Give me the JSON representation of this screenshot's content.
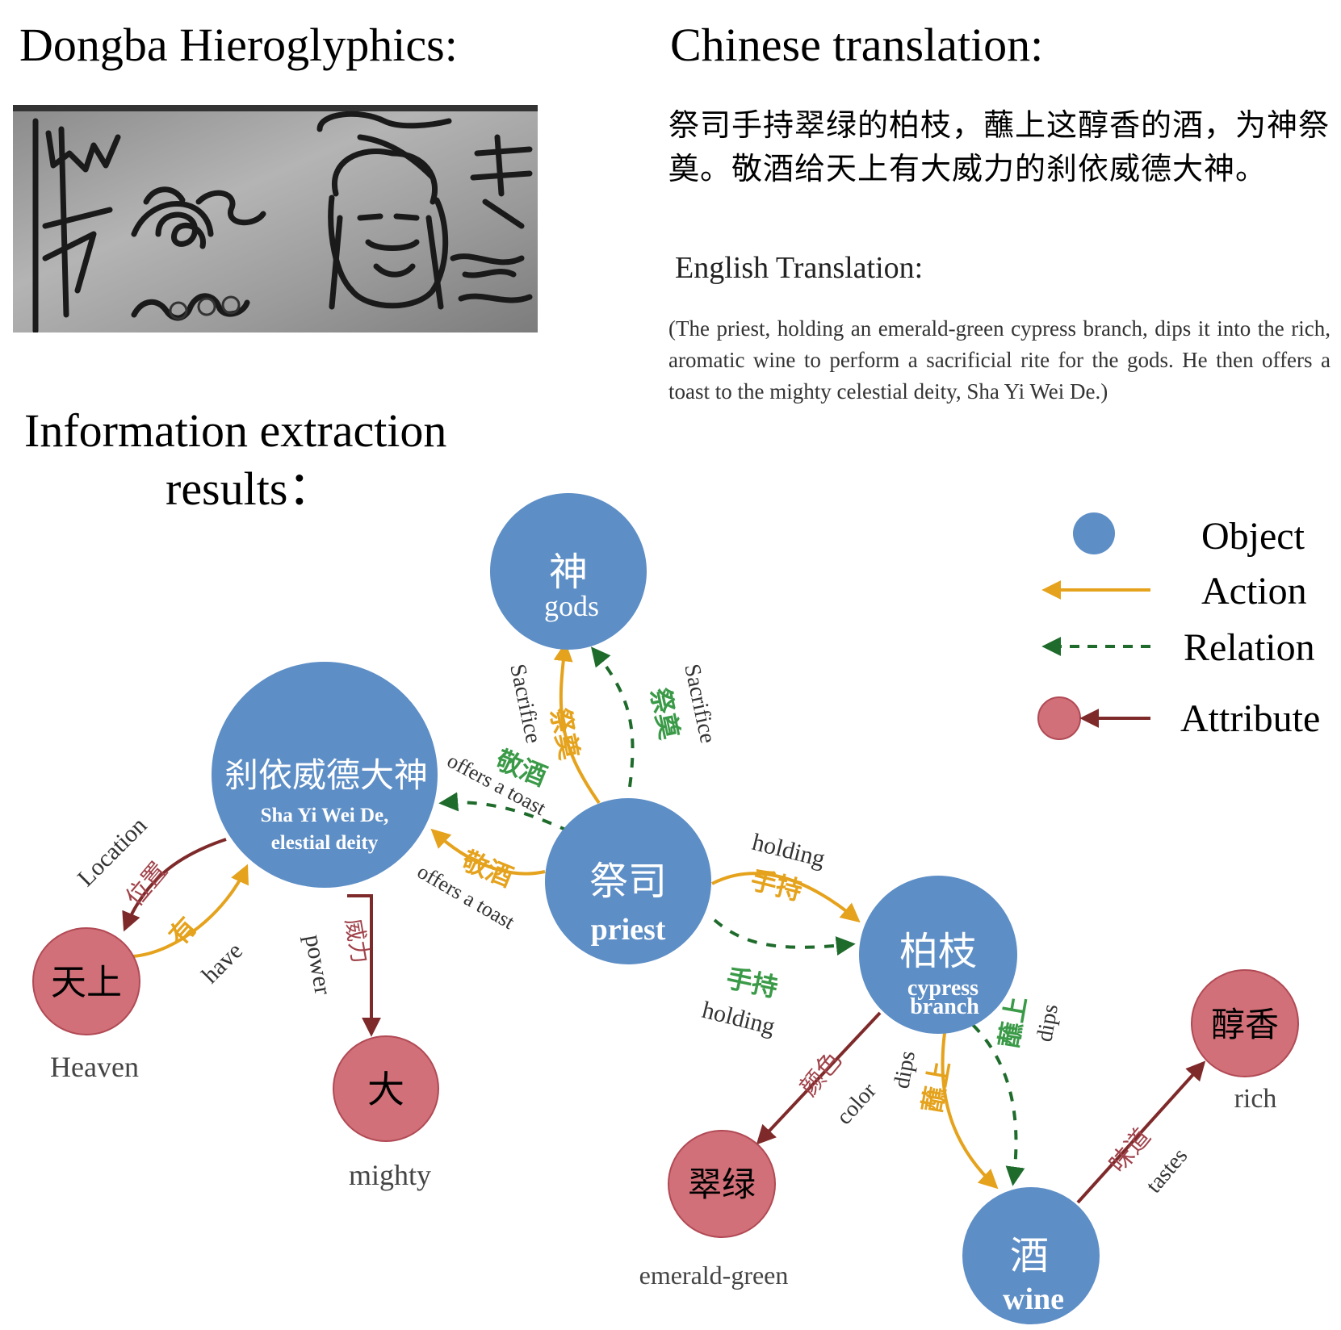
{
  "headings": {
    "dongba": "Dongba Hieroglyphics:",
    "chinese": "Chinese translation:",
    "info_line1": "Information extraction",
    "info_line2": "results："
  },
  "chinese_translation": "祭司手持翠绿的柏枝，蘸上这醇香的酒，为神祭奠。敬酒给天上有大威力的刹依威德大神。",
  "english_heading": "English Translation:",
  "english_translation": "(The priest, holding an emerald-green cypress branch, dips it into the rich, aromatic wine to perform a sacrificial rite for the gods. He then offers a toast to the mighty celestial deity, Sha Yi Wei De.)",
  "legend": {
    "object": "Object",
    "action": "Action",
    "relation": "Relation",
    "attribute": "Attribute"
  },
  "colors": {
    "object": "#5d8ec6",
    "attribute": "#d17078",
    "action": "#e5a21c",
    "relation": "#1e6b2b",
    "attribute_edge": "#7f2a2a",
    "action_label": "#e5a21c",
    "relation_label": "#3a9a47",
    "attribute_label": "#a0424a"
  },
  "nodes": {
    "gods": {
      "zh": "神",
      "en": "gods"
    },
    "deity": {
      "zh": "刹依威德大神",
      "en1": "Sha Yi Wei De,",
      "en2": "elestial deity"
    },
    "priest": {
      "zh": "祭司",
      "en": "priest"
    },
    "cypress": {
      "zh": "柏枝",
      "en1": "cypress",
      "en2": "branch"
    },
    "wine": {
      "zh": "酒",
      "en": "wine"
    },
    "heaven": {
      "zh": "天上",
      "en": "Heaven"
    },
    "mighty": {
      "zh": "大",
      "en": "mighty"
    },
    "emerald": {
      "zh": "翠绿",
      "en": "emerald-green"
    },
    "rich": {
      "zh": "醇香",
      "en": "rich"
    }
  },
  "edges": {
    "sacrifice_action": {
      "zh": "祭奠",
      "en": "Sacrifice"
    },
    "sacrifice_relation": {
      "zh": "祭奠",
      "en": "Sacrifice"
    },
    "toast_relation": {
      "zh": "敬酒",
      "en": "offers a toast"
    },
    "toast_action": {
      "zh": "敬酒",
      "en": "offers a toast"
    },
    "holding_action": {
      "zh": "手持",
      "en": "holding"
    },
    "holding_relation": {
      "zh": "手持",
      "en": "holding"
    },
    "dips_action": {
      "zh": "蘸上",
      "en": "dips"
    },
    "dips_relation": {
      "zh": "蘸上",
      "en": "dips"
    },
    "location": {
      "zh": "位置",
      "en": "Location"
    },
    "have": {
      "zh": "有",
      "en": "have"
    },
    "power": {
      "zh": "威力",
      "en": "power"
    },
    "color": {
      "zh": "颜色",
      "en": "color"
    },
    "tastes": {
      "zh": "味道",
      "en": "tastes"
    }
  }
}
